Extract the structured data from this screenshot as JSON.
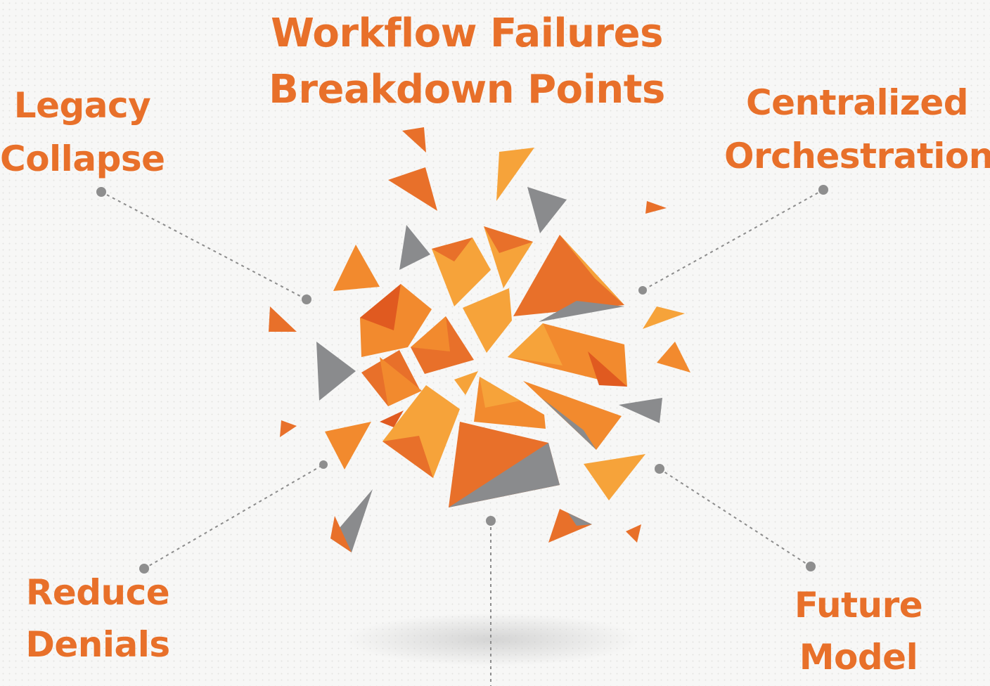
{
  "title": {
    "line1": "Workflow Failures",
    "line2": "Breakdown Points"
  },
  "labels": {
    "legacy": [
      "Legacy",
      "Collapse"
    ],
    "centralized": [
      "Centralized",
      "Orchestration"
    ],
    "reduce": [
      "Reduce",
      "Denials"
    ],
    "future": [
      "Future",
      "Model"
    ]
  },
  "colors": {
    "accent": "#e8702a",
    "accent_light": "#f6a33a",
    "accent_dark": "#e05a20",
    "shard_gray": "#8a8b8d",
    "connector": "#8c8c8c"
  }
}
